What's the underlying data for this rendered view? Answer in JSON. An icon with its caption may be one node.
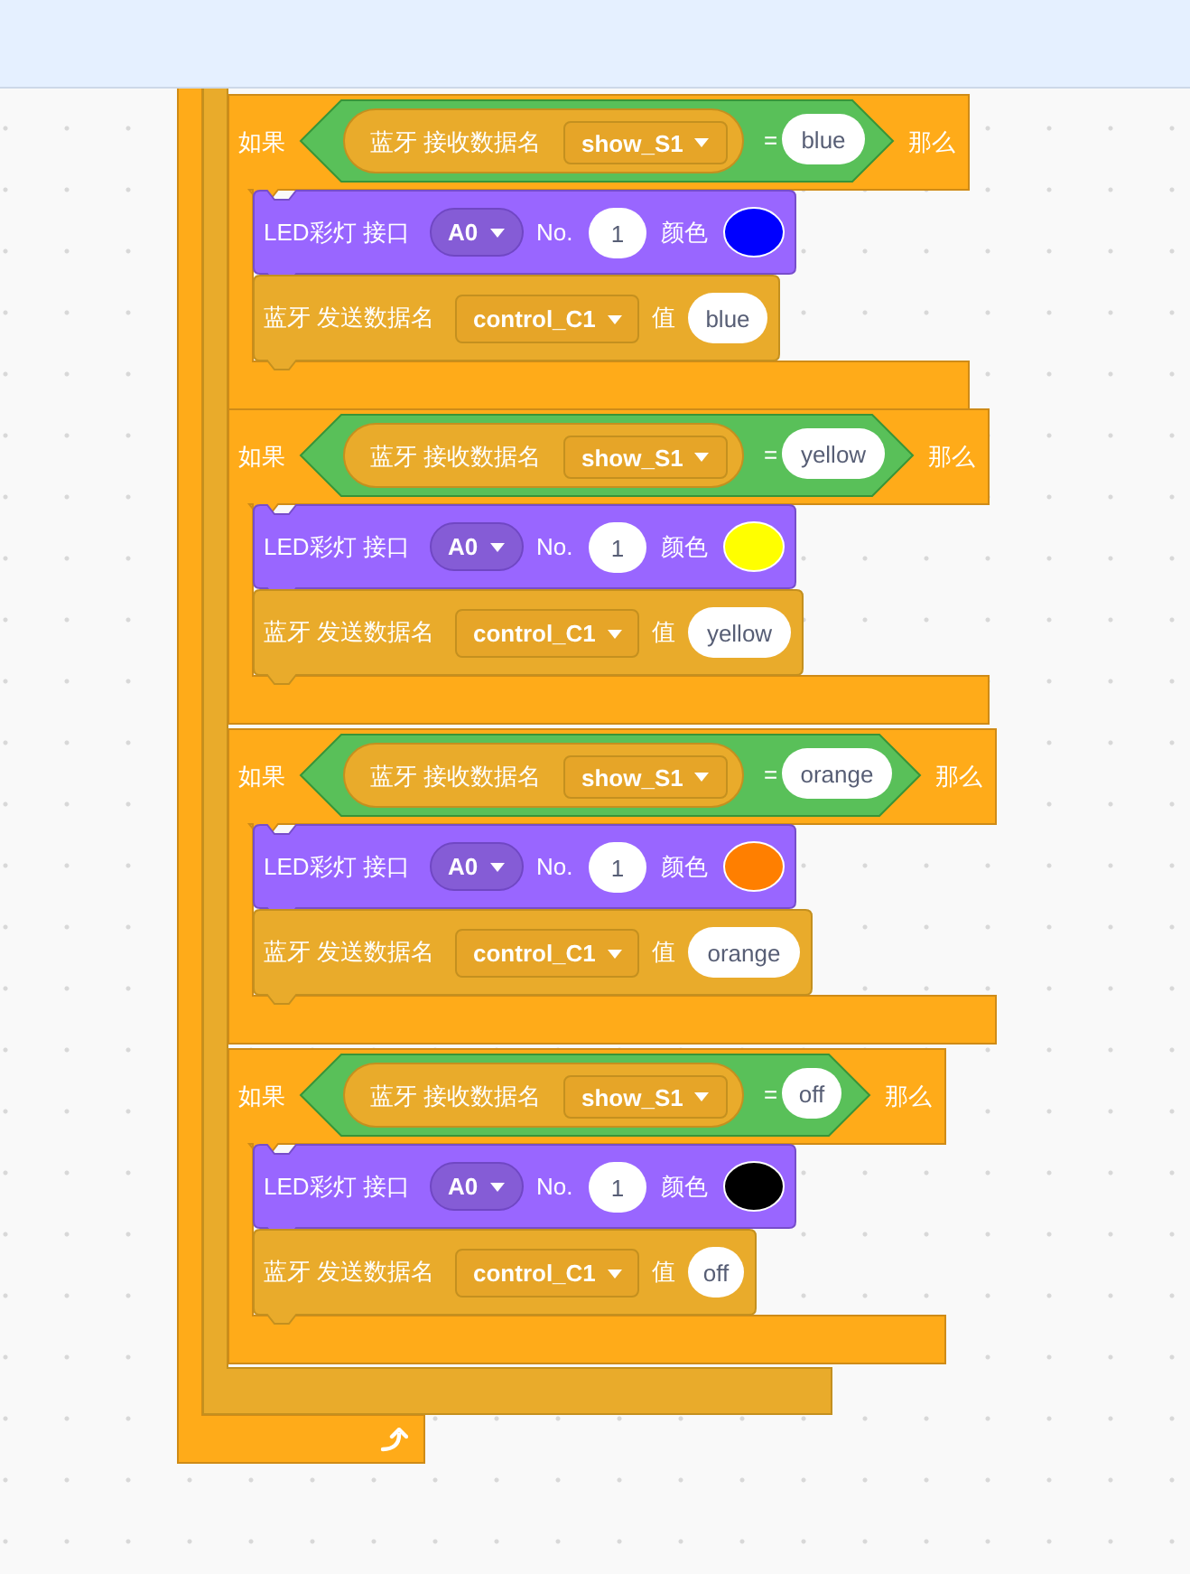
{
  "diagram": {
    "nodes": [
      {
        "text": [],
        "shape": "box"
      },
      {
        "text": [],
        "shape": "box"
      },
      {
        "text": [
          "如果",
          "那么"
        ]
      },
      {
        "text": [
          "="
        ],
        "in": 2
      },
      {
        "text": [
          "蓝牙 接收数据名"
        ],
        "in": 3
      },
      {
        "text": [
          "show_S1"
        ],
        "in": 4
      },
      {
        "text": [
          "blue"
        ],
        "in": 3
      },
      {
        "text": [
          "LED彩灯 接口",
          "No.",
          "颜色"
        ],
        "in": 2
      },
      {
        "text": [
          "A0"
        ],
        "in": 7
      },
      {
        "text": [
          "1"
        ],
        "in": 7
      },
      {
        "text": [],
        "shape": "circle",
        "in": 7
      },
      {
        "text": [
          "蓝牙 发送数据名",
          "值"
        ],
        "in": 2
      },
      {
        "text": [
          "control_C1"
        ],
        "in": 11
      },
      {
        "text": [
          "blue"
        ],
        "in": 11
      },
      {
        "text": [
          "如果",
          "那么"
        ]
      },
      {
        "text": [
          "="
        ],
        "in": 14
      },
      {
        "text": [
          "蓝牙 接收数据名"
        ],
        "in": 15
      },
      {
        "text": [
          "show_S1"
        ],
        "in": 16
      },
      {
        "text": [
          "yellow"
        ],
        "in": 15
      },
      {
        "text": [
          "LED彩灯 接口",
          "No.",
          "颜色"
        ],
        "in": 14
      },
      {
        "text": [
          "A0"
        ],
        "in": 19
      },
      {
        "text": [
          "1"
        ],
        "in": 19
      },
      {
        "text": [],
        "shape": "circle",
        "in": 19
      },
      {
        "text": [
          "蓝牙 发送数据名",
          "值"
        ],
        "in": 14
      },
      {
        "text": [
          "control_C1"
        ],
        "in": 23
      },
      {
        "text": [
          "yellow"
        ],
        "in": 23
      },
      {
        "text": [
          "如果",
          "那么"
        ]
      },
      {
        "text": [
          "="
        ],
        "in": 26
      },
      {
        "text": [
          "蓝牙 接收数据名"
        ],
        "in": 27
      },
      {
        "text": [
          "show_S1"
        ],
        "in": 28
      },
      {
        "text": [
          "orange"
        ],
        "in": 27
      },
      {
        "text": [
          "LED彩灯 接口",
          "No.",
          "颜色"
        ],
        "in": 26
      },
      {
        "text": [
          "A0"
        ],
        "in": 31
      },
      {
        "text": [
          "1"
        ],
        "in": 31
      },
      {
        "text": [],
        "shape": "circle",
        "in": 31
      },
      {
        "text": [
          "蓝牙 发送数据名",
          "值"
        ],
        "in": 26
      },
      {
        "text": [
          "control_C1"
        ],
        "in": 35
      },
      {
        "text": [
          "orange"
        ],
        "in": 35
      },
      {
        "text": [
          "如果",
          "那么"
        ]
      },
      {
        "text": [
          "="
        ],
        "in": 38
      },
      {
        "text": [
          "蓝牙 接收数据名"
        ],
        "in": 39
      },
      {
        "text": [
          "show_S1"
        ],
        "in": 40
      },
      {
        "text": [
          "off"
        ],
        "in": 39
      },
      {
        "text": [
          "LED彩灯 接口",
          "No.",
          "颜色"
        ],
        "in": 38
      },
      {
        "text": [
          "A0"
        ],
        "in": 43
      },
      {
        "text": [
          "1"
        ],
        "in": 43
      },
      {
        "text": [],
        "shape": "circle",
        "in": 43
      },
      {
        "text": [
          "蓝牙 发送数据名",
          "值"
        ],
        "in": 38
      },
      {
        "text": [
          "control_C1"
        ],
        "in": 47
      },
      {
        "text": [
          "off"
        ],
        "in": 47
      }
    ]
  }
}
